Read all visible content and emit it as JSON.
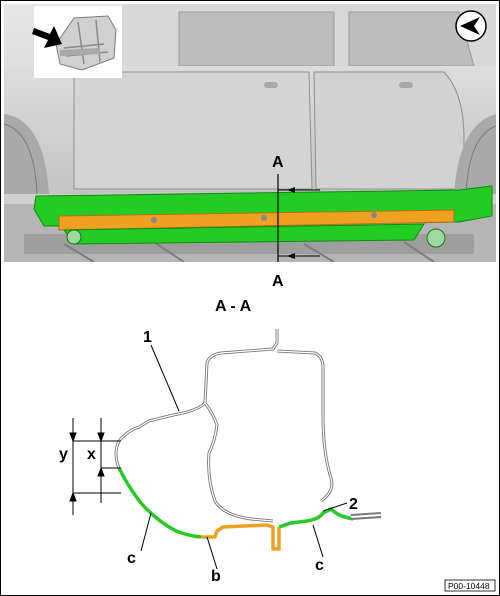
{
  "figure": {
    "cut_label_top": "A",
    "cut_label_bottom": "A",
    "section_title": "A - A",
    "callouts": {
      "part_1": "1",
      "part_2": "2",
      "c_left": "c",
      "b": "b",
      "c_right": "c"
    },
    "dimensions": {
      "x": "x",
      "y": "y"
    },
    "reference": "P00-10448",
    "colors": {
      "sill_green": "#22cc22",
      "rail_orange": "#f0a020",
      "body_gray": "#cfcfcf"
    },
    "icons": [
      "vehicle-location-thumbnail",
      "arrow-pointer-icon",
      "view-direction-icon"
    ]
  }
}
